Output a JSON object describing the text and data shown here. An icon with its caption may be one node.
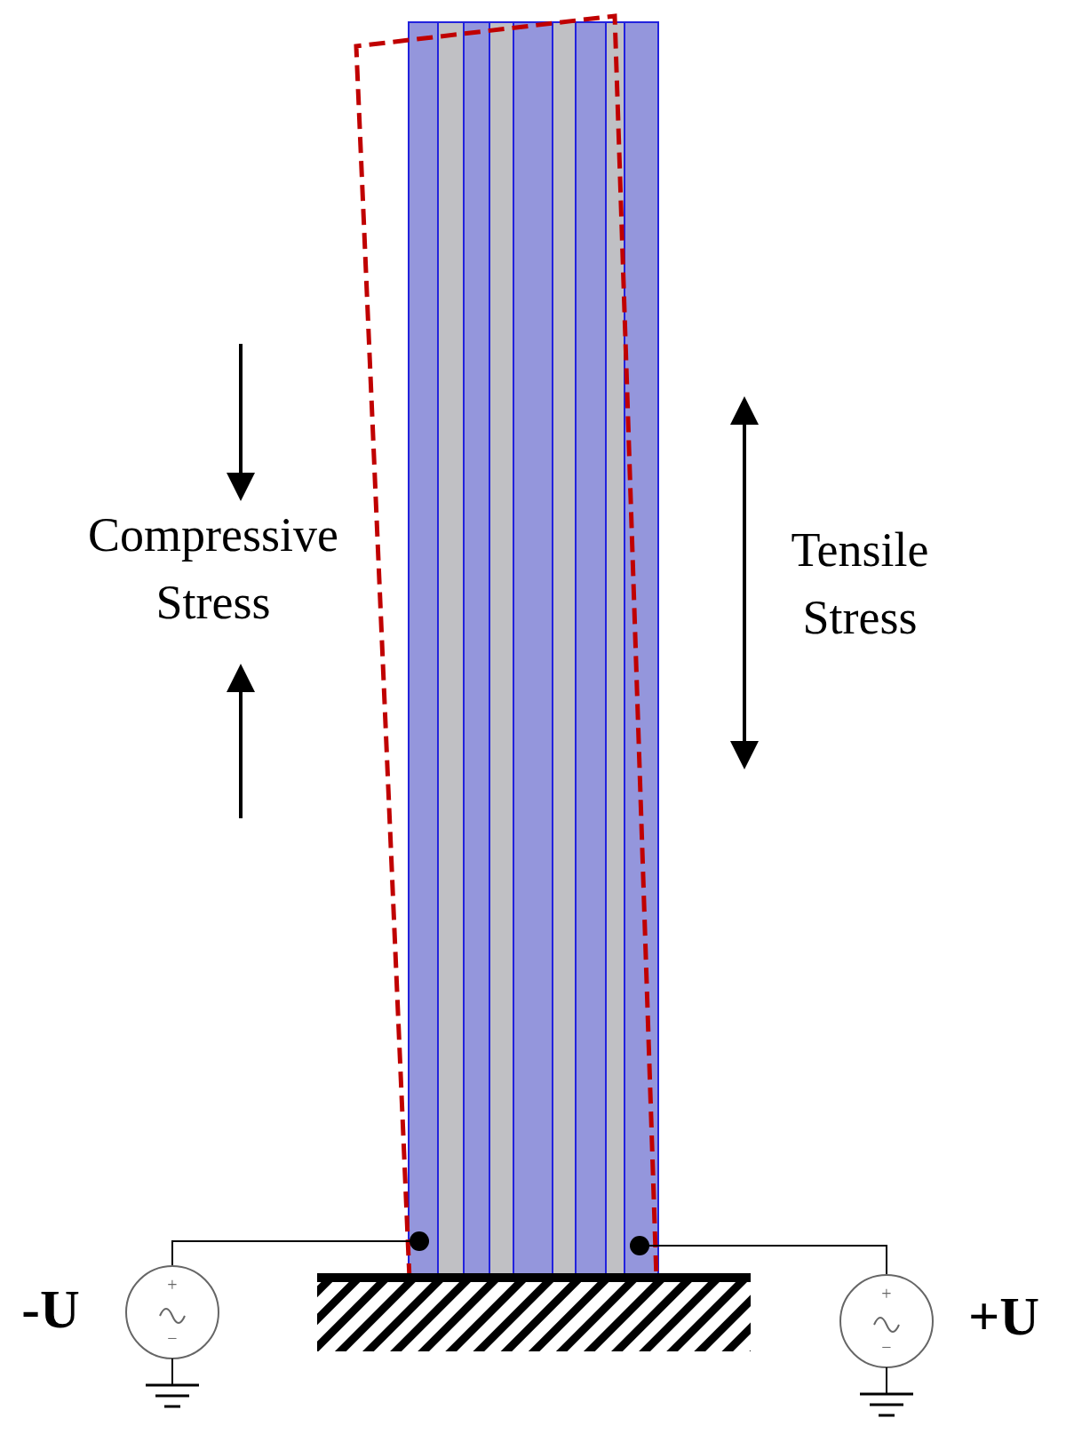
{
  "diagram": {
    "nodes": [
      {
        "text": [],
        "shape": "circle",
        "beside": [
          "-U"
        ]
      },
      {
        "text": [],
        "shape": "circle"
      },
      {
        "text": [],
        "shape": "circle"
      },
      {
        "text": [],
        "shape": "circle",
        "beside": [
          "+U"
        ]
      }
    ],
    "edges": [
      {
        "from": 0,
        "to": 1,
        "arrow": "none"
      },
      {
        "from": 3,
        "to": 2,
        "arrow": "none"
      }
    ],
    "labels": [
      "Compressive Stress",
      "Tensile Stress",
      "+",
      "−",
      "+",
      "−"
    ]
  }
}
